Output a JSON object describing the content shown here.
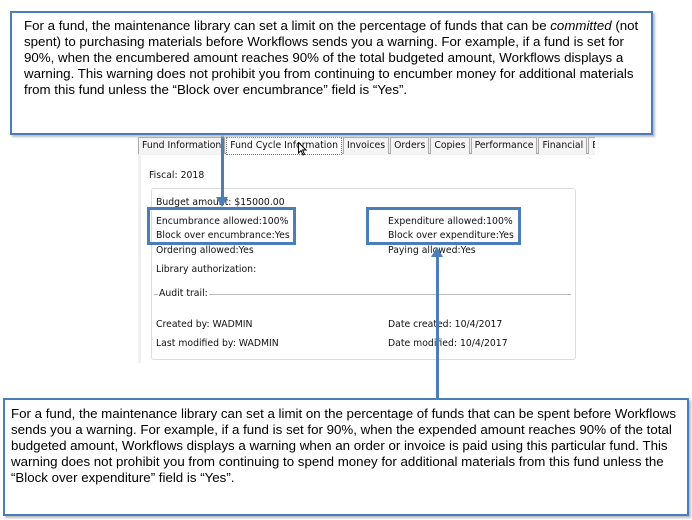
{
  "callouts": {
    "top": {
      "p1": "For a fund, the maintenance library can set a limit on the percentage of funds that can be ",
      "em": "committed",
      "p2": " (not spent) to purchasing materials before Workflows sends you a warning. For example, if a fund is set for 90%, when the encumbered amount reaches 90% of the total budgeted amount, Workflows displays a warning. This warning does not prohibit you from continuing to encumber money for additional materials from this fund unless the “Block over encumbrance” field is “Yes”."
    },
    "bottom": "For a fund, the maintenance library can set a limit on the percentage of funds that can be spent before Workflows sends you a warning. For example, if a fund is set for 90%, when the expended amount reaches 90% of the total budgeted amount, Workflows displays a warning when an order or invoice is paid using this particular fund. This warning does not prohibit you from continuing to spend money for additional materials from this fund unless the “Block over expenditure” field is “Yes”."
  },
  "tabs": [
    "Fund Information",
    "Fund Cycle Information",
    "Invoices",
    "Orders",
    "Copies",
    "Performance",
    "Financial",
    "E"
  ],
  "active_tab": "Fund Cycle Information",
  "fund": {
    "fiscal": "Fiscal: 2018",
    "budget": "Budget amount: $15000.00",
    "encumbrance": "Encumbrance allowed:100%",
    "block_encumbrance": "Block over encumbrance:Yes",
    "ordering": "Ordering allowed:Yes",
    "library_auth": "Library authorization:",
    "expenditure": "Expenditure allowed:100%",
    "block_expenditure": "Block over expenditure:Yes",
    "paying": "Paying allowed:Yes",
    "audit": "Audit trail:",
    "created_by": "Created by: WADMIN",
    "modified_by": "Last modified by: WADMIN",
    "date_created": "Date created: 10/4/2017",
    "date_modified": "Date modified: 10/4/2017"
  },
  "accent": "#4a7ebb"
}
